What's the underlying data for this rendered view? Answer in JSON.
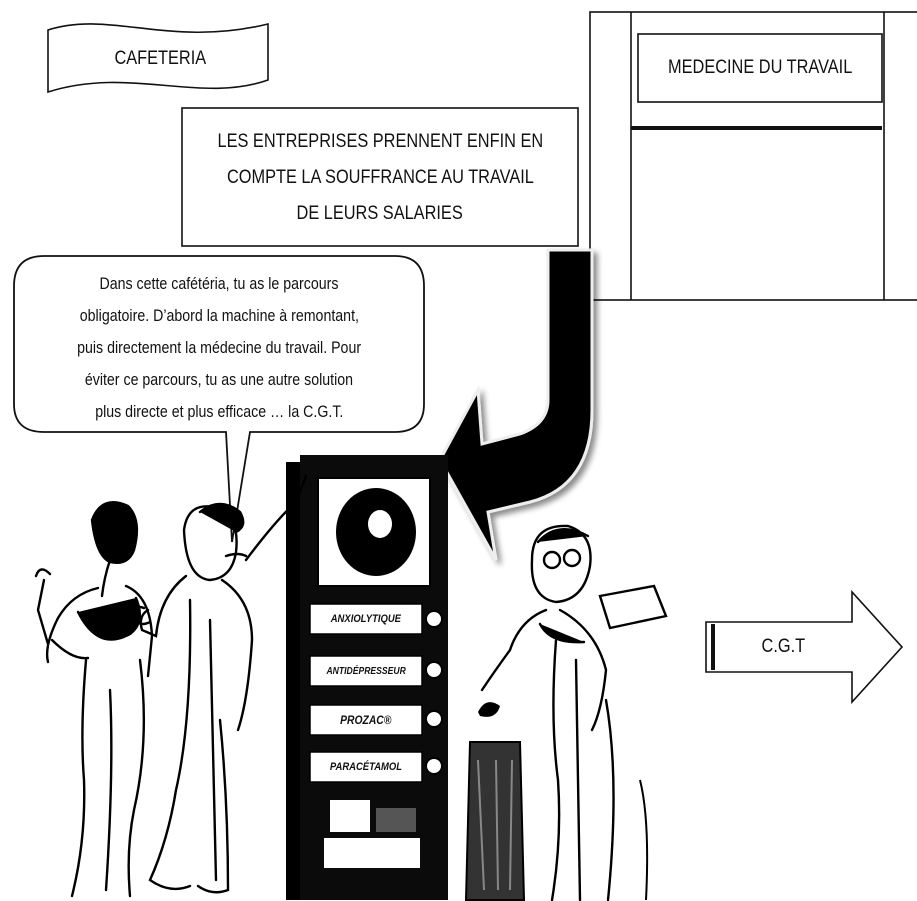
{
  "signs": {
    "cafeteria": "CAFETERIA",
    "medecine": "MEDECINE DU TRAVAIL",
    "cgt": "C.G.T"
  },
  "caption": {
    "line1": "LES ENTREPRISES PRENNENT ENFIN EN",
    "line2": "COMPTE LA SOUFFRANCE AU TRAVAIL",
    "line3": "DE LEURS SALARIES"
  },
  "speech": {
    "line1": "Dans cette cafétéria, tu as le parcours",
    "line2": "obligatoire. D’abord la machine à remontant,",
    "line3": "puis directement la médecine du travail. Pour",
    "line4": "éviter ce parcours, tu as une autre solution",
    "line5": "plus directe et plus efficace … la C.G.T."
  },
  "machine": {
    "buttons": [
      "ANXIOLYTIQUE",
      "ANTIDÉPRESSEUR",
      "PROZAC®",
      "PARACÉTAMOL"
    ]
  },
  "colors": {
    "ink": "#111111",
    "paper": "#ffffff",
    "arrow": "#000000"
  }
}
